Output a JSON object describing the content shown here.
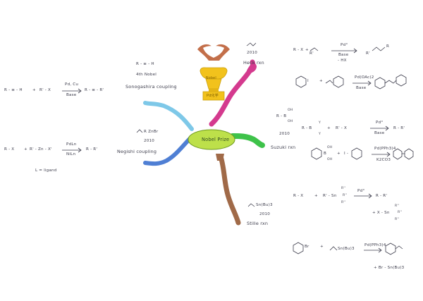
{
  "center": {
    "label": "Nobel Prize"
  },
  "trophy": {
    "cup_text": "Nobel",
    "plaque_text": "Pd化学"
  },
  "branches": [
    {
      "id": "heck",
      "name": "Heck rxn",
      "year": "2010",
      "equation": {
        "parts": [
          "R - X",
          "+",
          "R'"
        ],
        "above": "Pd°",
        "below": [
          "Base",
          "- HX"
        ],
        "product": "R'",
        "product_end": "R"
      }
    },
    {
      "id": "sonogashira",
      "name": "Sonogashira coupling",
      "formula": "R - ≡ - H",
      "note": "4th Nobel",
      "equation": {
        "parts": [
          "R - ≡ - H",
          "+",
          "R' - X"
        ],
        "above": "Pd, Cu",
        "below": "Base",
        "product": "R - ≡ - R'"
      }
    },
    {
      "id": "negishi",
      "name": "Negishi coupling",
      "formula": "R ZnBr",
      "year": "2010",
      "equation": {
        "parts": [
          "R - X",
          "+",
          "R' - Zn - X'"
        ],
        "above": "PdLn",
        "below": "NiLn",
        "product": "R - R'"
      },
      "note": "L = ligand"
    },
    {
      "id": "suzuki",
      "name": "Suzuki rxn",
      "formula_main": "R - B",
      "formula_oh_top": "OH",
      "formula_oh_bottom": "OH",
      "year": "2010",
      "equation": {
        "parts": [
          "R - B",
          "+",
          "R' - X"
        ],
        "y_top": "Y",
        "y_bottom": "Y",
        "above": "Pd°",
        "below": "Base",
        "product": "R - R'"
      },
      "example": {
        "left": "B",
        "oh_top": "OH",
        "oh_bottom": "OH",
        "plus": "+",
        "reagent": "I -",
        "above": "Pd(PPh3)4",
        "below": "K2CO3"
      }
    },
    {
      "id": "stille",
      "name": "Stille rxn",
      "formula": "Sn(Bu)3",
      "year": "2010",
      "equation": {
        "parts": [
          "R - X",
          "+",
          "R' - Sn"
        ],
        "sub_r": [
          "R''",
          "R''",
          "R''"
        ],
        "above": "Pd°",
        "product": "R - R'",
        "byproduct": "+ X - Sn",
        "by_r": [
          "R''",
          "R''",
          "R''"
        ]
      },
      "example": {
        "left": "Br",
        "plus": "+",
        "reagent": "Sn(Bu)3",
        "above": "Pd(PPh3)4",
        "byproduct": "+ Br - Sn(Bu)3"
      }
    }
  ],
  "heck_example": {
    "left": "I",
    "plus": "+",
    "above": "Pd(OAc)2",
    "below": "Base"
  },
  "colors": {
    "center_fill": "#bde04a",
    "center_stroke": "#6e9a1c",
    "heck": "#d43a8e",
    "sonogashira": "#7ec8e8",
    "negishi": "#4f7fd4",
    "suzuki": "#3ec24a",
    "stille": "#a06a48",
    "trophy": "#f2c21c",
    "ink": "#3d3d4c"
  }
}
